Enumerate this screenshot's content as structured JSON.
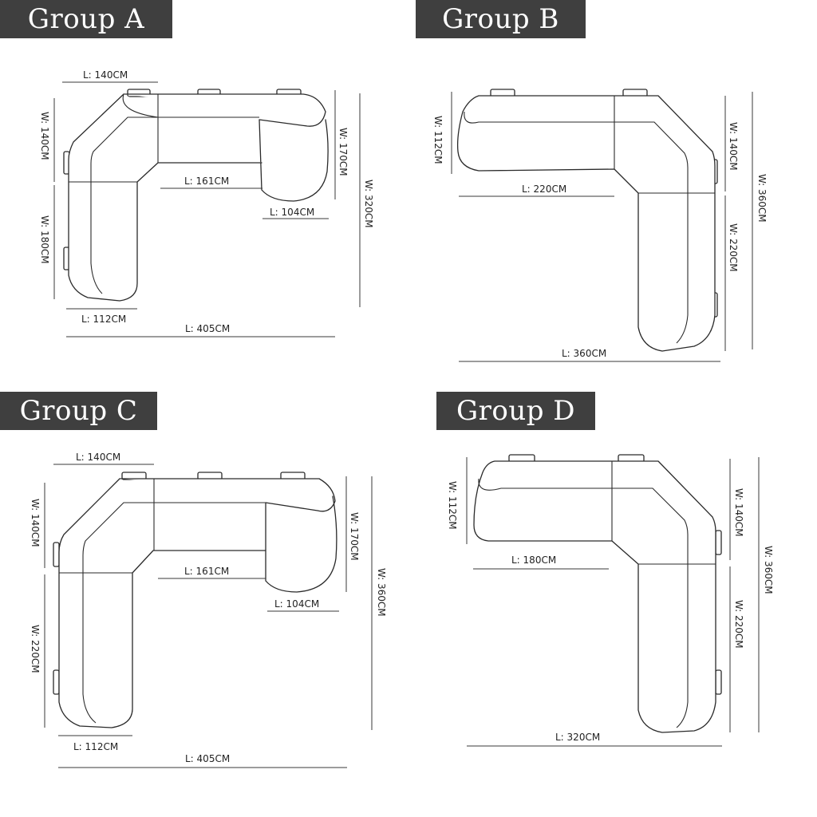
{
  "groups": [
    {
      "id": "A",
      "title": "Group A",
      "dimensions": [
        "L: 140CM",
        "W: 140CM",
        "L: 161CM",
        "W: 170CM",
        "W: 320CM",
        "L: 104CM",
        "W: 180CM",
        "L: 112CM",
        "L: 405CM"
      ]
    },
    {
      "id": "B",
      "title": "Group B",
      "dimensions": [
        "W: 112CM",
        "L: 220CM",
        "W: 140CM",
        "W: 360CM",
        "W: 220CM",
        "L: 360CM"
      ]
    },
    {
      "id": "C",
      "title": "Group C",
      "dimensions": [
        "L: 140CM",
        "W: 140CM",
        "L: 161CM",
        "W: 170CM",
        "W: 360CM",
        "L: 104CM",
        "W: 220CM",
        "L: 112CM",
        "L: 405CM"
      ]
    },
    {
      "id": "D",
      "title": "Group D",
      "dimensions": [
        "W: 112CM",
        "L: 180CM",
        "W: 140CM",
        "W: 360CM",
        "W: 220CM",
        "L: 320CM"
      ]
    }
  ]
}
